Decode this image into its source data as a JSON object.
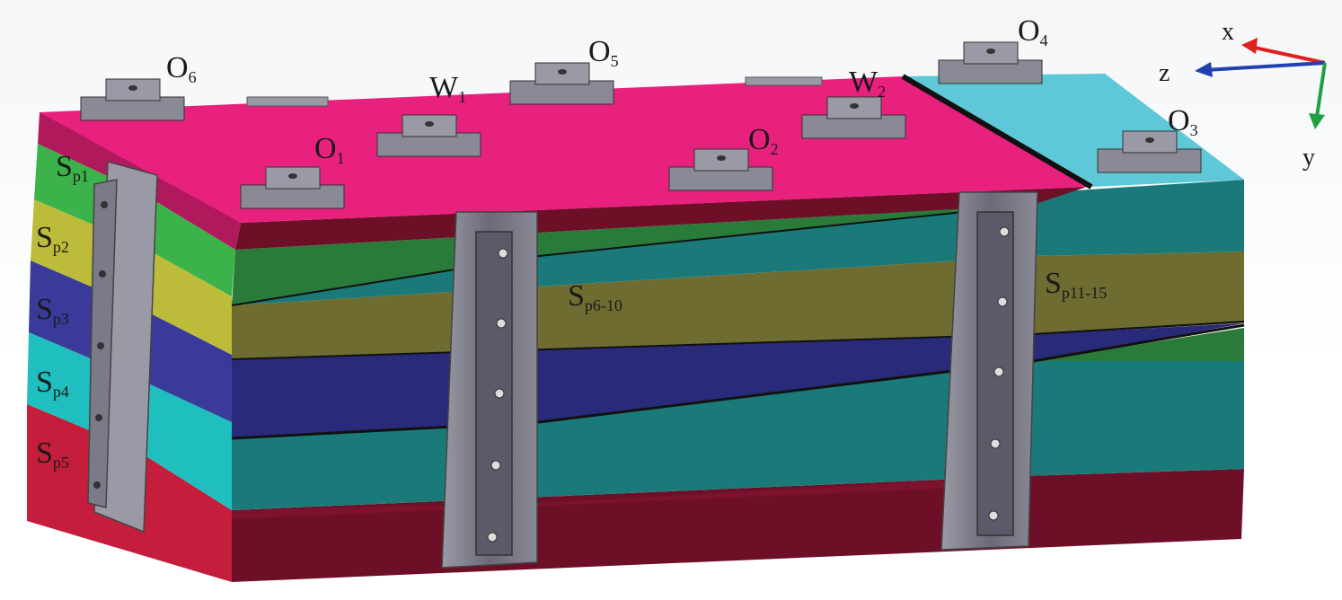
{
  "diagram": {
    "strata": [
      {
        "id": "sp1",
        "base": "S",
        "sub": "p1",
        "color": "#3cb34a"
      },
      {
        "id": "sp2",
        "base": "S",
        "sub": "p2",
        "color": "#bcbc3a"
      },
      {
        "id": "sp3",
        "base": "S",
        "sub": "p3",
        "color": "#3a3a9a"
      },
      {
        "id": "sp4",
        "base": "S",
        "sub": "p4",
        "color": "#1fbfbf"
      },
      {
        "id": "sp5",
        "base": "S",
        "sub": "p5",
        "color": "#c41e3c"
      }
    ],
    "group_labels": {
      "sp6_10": {
        "base": "S",
        "sub": "p6-10"
      },
      "sp11_15": {
        "base": "S",
        "sub": "p11-15"
      }
    },
    "observation_points": {
      "o1": {
        "base": "O",
        "sub": "1"
      },
      "o2": {
        "base": "O",
        "sub": "2"
      },
      "o3": {
        "base": "O",
        "sub": "3"
      },
      "o4": {
        "base": "O",
        "sub": "4"
      },
      "o5": {
        "base": "O",
        "sub": "5"
      },
      "o6": {
        "base": "O",
        "sub": "6"
      }
    },
    "workfaces": {
      "w1": {
        "base": "W",
        "sub": "1"
      },
      "w2": {
        "base": "W",
        "sub": "2"
      }
    },
    "axes": {
      "x": {
        "label": "x",
        "color": "#e02020"
      },
      "y": {
        "label": "y",
        "color": "#20a040"
      },
      "z": {
        "label": "z",
        "color": "#2040b0"
      }
    },
    "colors": {
      "top_face": "#e8217f",
      "top_edge": "#b01a5c",
      "right_top": "#5ec8d8",
      "teal_dark": "#1a7a7a",
      "olive": "#6e6c30",
      "navy": "#2a2a7a",
      "maroon": "#6e0f28",
      "green_dark": "#2a7a3a",
      "clamp": "#7a7a88",
      "block": "#8a8a96"
    }
  }
}
